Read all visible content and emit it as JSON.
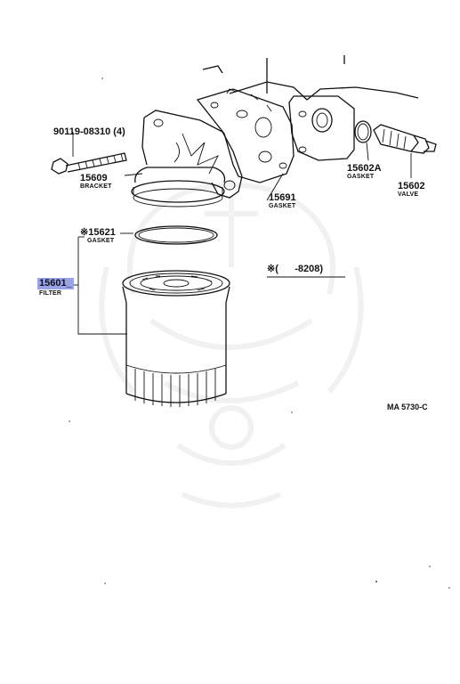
{
  "parts": {
    "bolt": {
      "number": "90119-08310 (4)"
    },
    "bracket": {
      "number": "15609",
      "name": "BRACKET"
    },
    "gasket_block": {
      "number": "15691",
      "name": "GASKET"
    },
    "gasket_valve": {
      "number": "15602A",
      "name": "GASKET"
    },
    "valve": {
      "number": "15602",
      "name": "VALVE"
    },
    "gasket_filter": {
      "number": "※15621",
      "name": "GASKET"
    },
    "filter": {
      "number": "15601_",
      "name": "FILTER",
      "highlight_color": "#9aa2e8"
    }
  },
  "note": {
    "text": "※(      -8208)"
  },
  "diagram_code": "MA 5730-C"
}
